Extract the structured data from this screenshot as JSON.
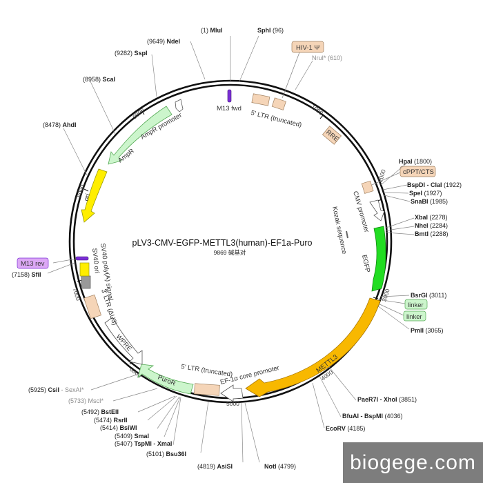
{
  "plasmid": {
    "name": "pLV3-CMV-EGFP-METTL3(human)-EF1a-Puro",
    "size_label": "9869 碱基对"
  },
  "watermark": "biogege.com",
  "ticks": [
    "1000",
    "2000",
    "3000",
    "4000",
    "5000",
    "6000",
    "7000",
    "8000",
    "9000"
  ],
  "sites": [
    {
      "pos": "(1)",
      "name": "MluI",
      "enzyme_first": false
    },
    {
      "pos": "(96)",
      "name": "SphI",
      "enzyme_first": true
    },
    {
      "pos": "(610)",
      "name": "NruI*",
      "enzyme_first": true,
      "gray": true
    },
    {
      "pos": "(1800)",
      "name": "HpaI",
      "enzyme_first": true
    },
    {
      "pos": "(1922)",
      "name": "BspDI - ClaI",
      "enzyme_first": true
    },
    {
      "pos": "(1927)",
      "name": "SpeI",
      "enzyme_first": true
    },
    {
      "pos": "(1985)",
      "name": "SnaBI",
      "enzyme_first": true
    },
    {
      "pos": "(2278)",
      "name": "XbaI",
      "enzyme_first": true
    },
    {
      "pos": "(2284)",
      "name": "NheI",
      "enzyme_first": true
    },
    {
      "pos": "(2288)",
      "name": "BmtI",
      "enzyme_first": true
    },
    {
      "pos": "(3011)",
      "name": "BsrGI",
      "enzyme_first": true
    },
    {
      "pos": "(3065)",
      "name": "PmlI",
      "enzyme_first": true
    },
    {
      "pos": "(3851)",
      "name": "PaeR7I - XhoI",
      "enzyme_first": true
    },
    {
      "pos": "(4036)",
      "name": "BfuAI - BspMI",
      "enzyme_first": true
    },
    {
      "pos": "(4185)",
      "name": "EcoRV",
      "enzyme_first": true
    },
    {
      "pos": "(4799)",
      "name": "NotI",
      "enzyme_first": true
    },
    {
      "pos": "(4819)",
      "name": "AsiSI",
      "enzyme_first": false
    },
    {
      "pos": "(5101)",
      "name": "Bsu36I",
      "enzyme_first": false
    },
    {
      "pos": "(5407)",
      "name": "TspMI - XmaI",
      "enzyme_first": false
    },
    {
      "pos": "(5409)",
      "name": "SmaI",
      "enzyme_first": false
    },
    {
      "pos": "(5414)",
      "name": "BsiWI",
      "enzyme_first": false
    },
    {
      "pos": "(5474)",
      "name": "RsrII",
      "enzyme_first": false
    },
    {
      "pos": "(5492)",
      "name": "BstEII",
      "enzyme_first": false
    },
    {
      "pos": "(5733)",
      "name": "MscI*",
      "enzyme_first": false,
      "gray": true
    },
    {
      "pos": "(5925)",
      "name": "CsiI - SexAI*",
      "enzyme_first": false,
      "mixed": true
    },
    {
      "pos": "(7158)",
      "name": "SfiI",
      "enzyme_first": false
    },
    {
      "pos": "(8478)",
      "name": "AhdI",
      "enzyme_first": false
    },
    {
      "pos": "(8958)",
      "name": "ScaI",
      "enzyme_first": false
    },
    {
      "pos": "(9282)",
      "name": "SspI",
      "enzyme_first": false
    },
    {
      "pos": "(9649)",
      "name": "NdeI",
      "enzyme_first": false
    }
  ],
  "features": [
    {
      "label": "M13 fwd",
      "color": "#7b2fd6"
    },
    {
      "label": "5' LTR (truncated)",
      "color": "#f5d5b8"
    },
    {
      "label": "HIV-1 Ψ",
      "color": "#f5d5b8"
    },
    {
      "label": "RRE",
      "color": "#f5d5b8"
    },
    {
      "label": "cPPT/CTS",
      "color": "#f5d5b8"
    },
    {
      "label": "CMV promoter",
      "color": "#ffffff"
    },
    {
      "label": "Kozak sequence",
      "color": "#888888"
    },
    {
      "label": "EGFP",
      "color": "#22dd22"
    },
    {
      "label": "linker",
      "color": "#ccf5cc"
    },
    {
      "label": "linker",
      "color": "#ccf5cc"
    },
    {
      "label": "METTL3",
      "color": "#f8b800"
    },
    {
      "label": "EF-1α core promoter",
      "color": "#ffffff"
    },
    {
      "label": "5' LTR (truncated)",
      "color": "#f5d5b8"
    },
    {
      "label": "PuroR",
      "color": "#ccf5cc"
    },
    {
      "label": "WPRE",
      "color": "#ffffff"
    },
    {
      "label": "3' LTR (ΔU3)",
      "color": "#f5d5b8"
    },
    {
      "label": "SV40 ori",
      "color": "#999999"
    },
    {
      "label": "SV40 poly(A) signal",
      "color": "#ffee00"
    },
    {
      "label": "M13 rev",
      "color": "#7b2fd6"
    },
    {
      "label": "ori",
      "color": "#ffee00"
    },
    {
      "label": "AmpR",
      "color": "#ccf5cc"
    },
    {
      "label": "AmpR promoter",
      "color": "#ffffff"
    }
  ]
}
